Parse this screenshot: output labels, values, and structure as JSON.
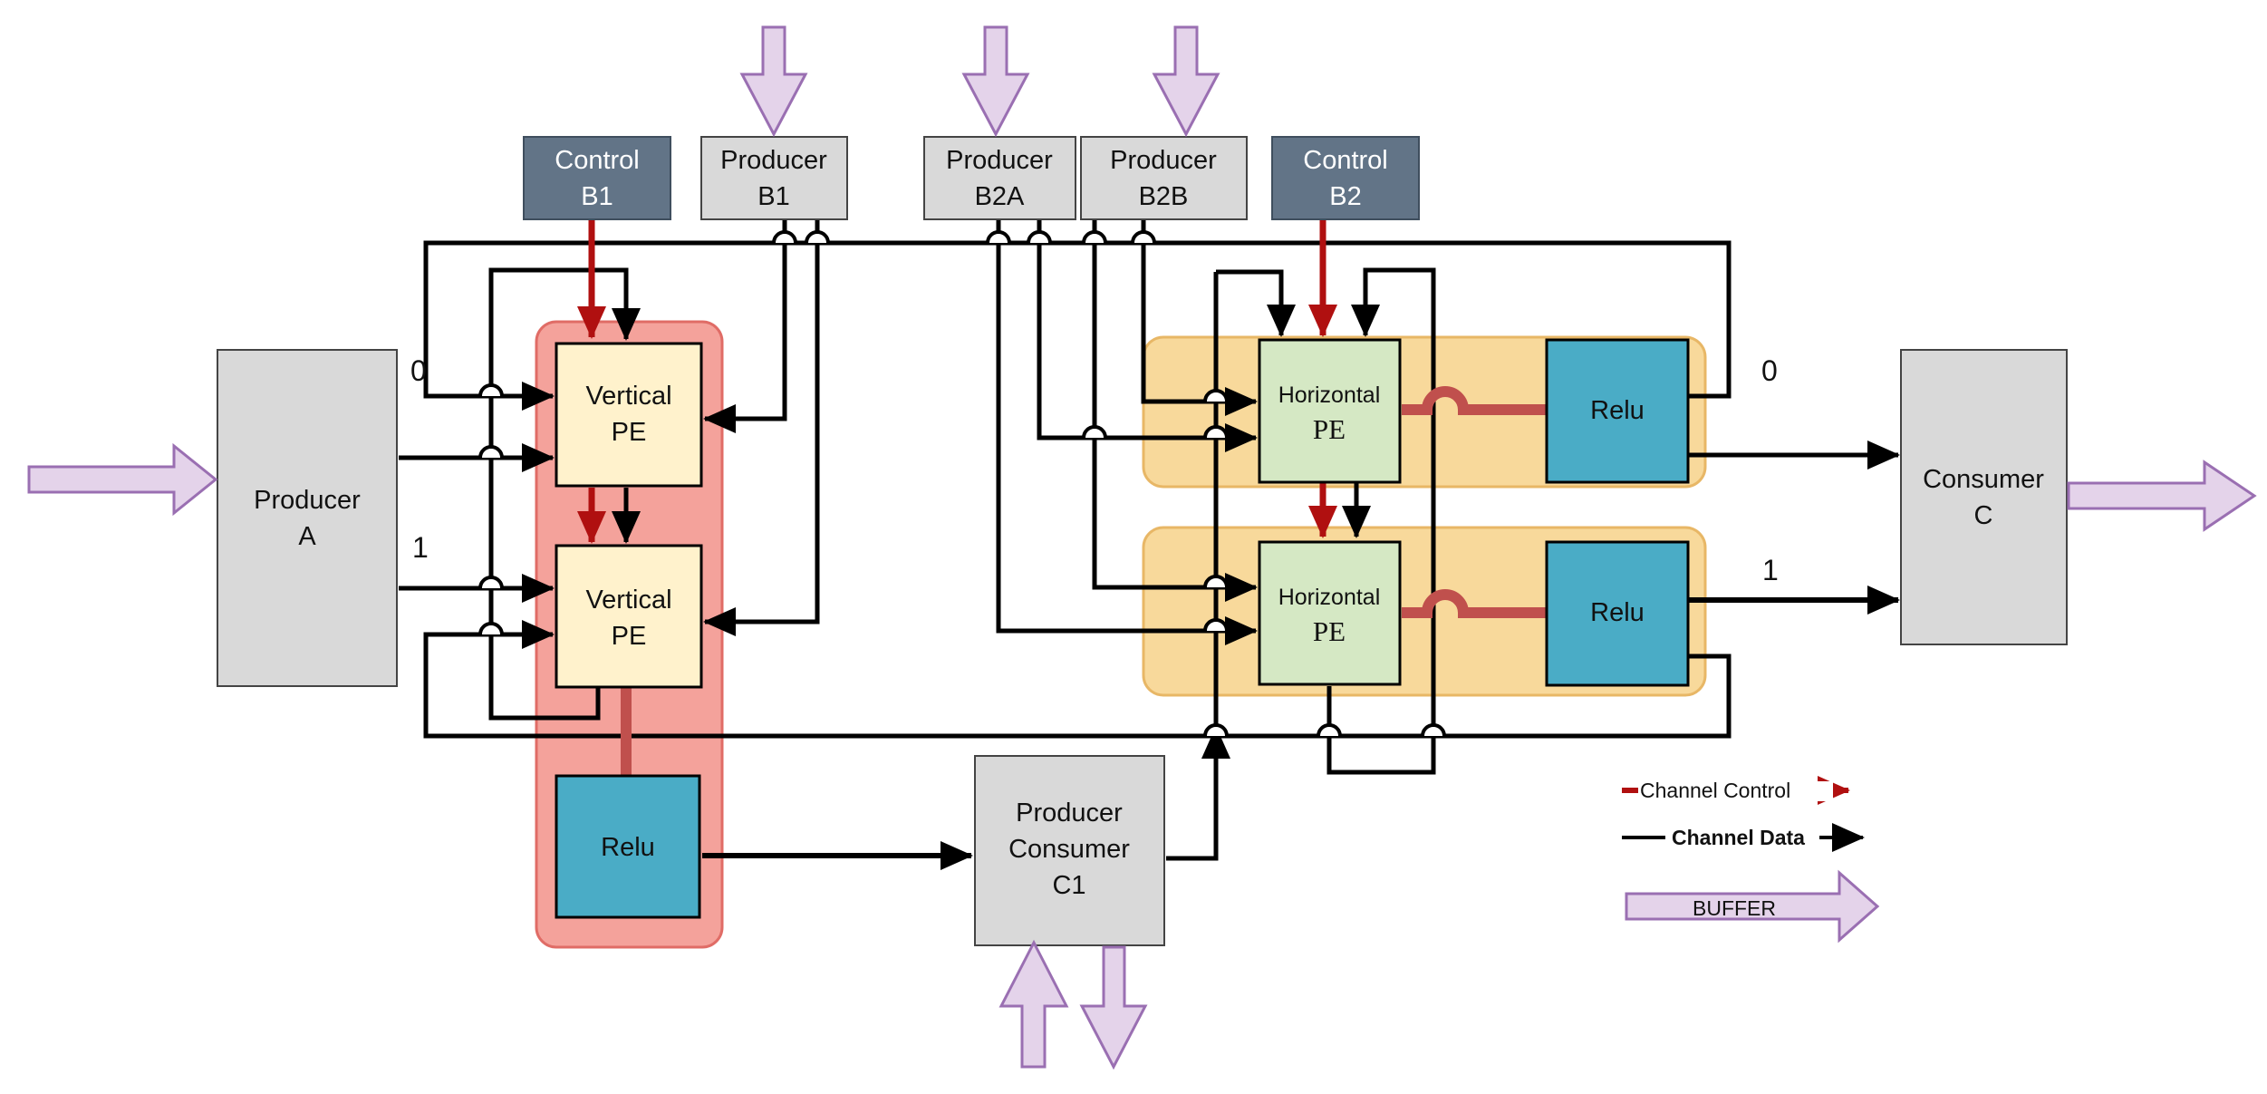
{
  "blocks": {
    "control_b1": [
      "Control",
      "B1"
    ],
    "producer_b1": [
      "Producer",
      "B1"
    ],
    "producer_b2a": [
      "Producer",
      "B2A"
    ],
    "producer_b2b": [
      "Producer",
      "B2B"
    ],
    "control_b2": [
      "Control",
      "B2"
    ],
    "producer_a": [
      "Producer",
      "A"
    ],
    "consumer_c": [
      "Consumer",
      "C"
    ],
    "producer_consumer_c1": [
      "Producer",
      "Consumer",
      "C1"
    ],
    "vertical_pe_top": [
      "Vertical",
      "PE"
    ],
    "vertical_pe_bottom": [
      "Vertical",
      "PE"
    ],
    "relu_left": "Relu",
    "horizontal_pe_top": [
      "Horizontal",
      "PE"
    ],
    "horizontal_pe_bottom": [
      "Horizontal",
      "PE"
    ],
    "relu_right_top": "Relu",
    "relu_right_bottom": "Relu"
  },
  "port_labels": {
    "a_out_0": "0",
    "a_out_1": "1",
    "c_in_0": "0",
    "c_in_1": "1"
  },
  "legend": {
    "channel_control": "Channel Control",
    "channel_data": "Channel Data",
    "buffer": "BUFFER"
  },
  "colors": {
    "control_block": "#627487",
    "producer_block": "#d9d9d9",
    "pe_vertical": "#fff2cc",
    "pe_horizontal": "#d5e8c4",
    "relu": "#4aacc6",
    "left_group": "#f4a29b",
    "right_group": "#f8d99b",
    "control_arrow": "#b01010",
    "buffer_arrow": "#e4d3ea"
  }
}
